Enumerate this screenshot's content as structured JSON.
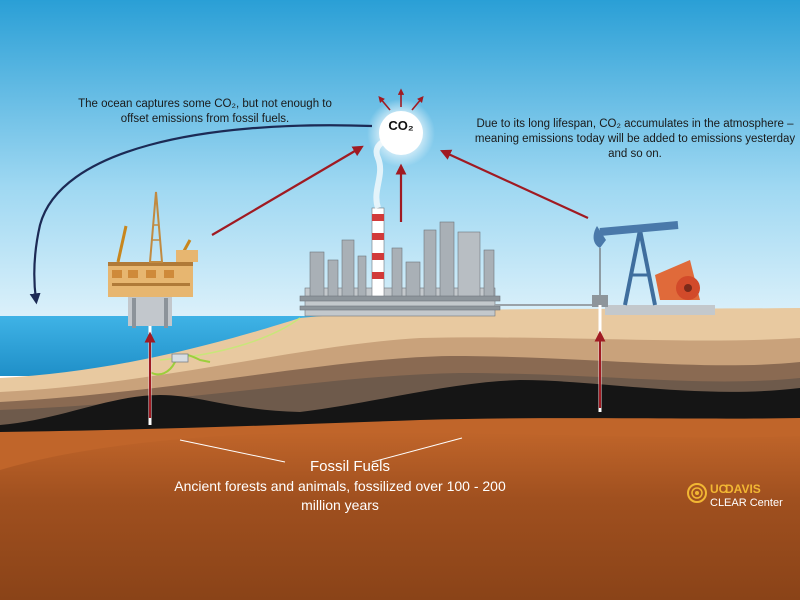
{
  "annotations": {
    "ocean_note": "The ocean captures some CO₂, but not enough to offset emissions from fossil fuels.",
    "co2_label": "CO₂",
    "co2_note": "Due to its long lifespan, CO₂ accumulates in the atmosphere – meaning emissions today will be added to emissions yesterday and so on."
  },
  "fossil_fuels": {
    "title": "Fossil Fuels",
    "description": "Ancient forests and animals, fossilized over 100 - 200 million years"
  },
  "logo": {
    "uc": "UC",
    "davis": "DAVIS",
    "center": "CLEAR Center"
  },
  "colors": {
    "sky_top": "#2a9fd6",
    "sky_bottom": "#e6f5fc",
    "ocean": "#3fb3e6",
    "sand": "#e8c9a0",
    "oil": "#151515",
    "deep_soil": "#a0501f",
    "arrow_red": "#a01a22",
    "arrow_navy": "#1c2a55",
    "logo_gold": "#f2b733"
  }
}
